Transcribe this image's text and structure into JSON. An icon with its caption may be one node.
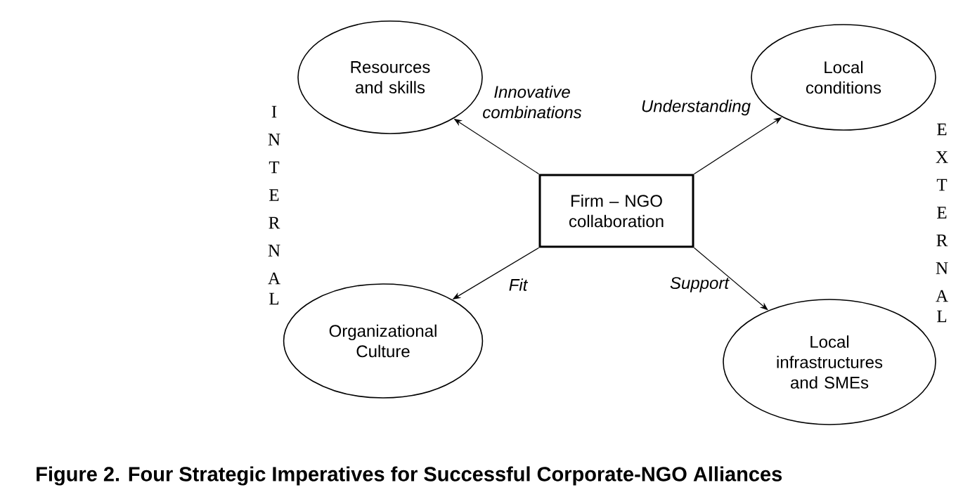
{
  "diagram": {
    "caption": "Figure 2. Four Strategic Imperatives for Successful Corporate-NGO Alliances",
    "nodes": [
      {
        "text": [
          "Resources and skills"
        ]
      },
      {
        "text": [
          "Local conditions"
        ]
      },
      {
        "text": [
          "Firm – NGO collaboration"
        ]
      },
      {
        "text": [
          "Organizational Culture"
        ]
      },
      {
        "text": [
          "Local infrastructures and SMEs"
        ]
      }
    ],
    "edges": [
      {
        "from": 2,
        "to": 0,
        "arrow": "to",
        "label": "Innovative combinations"
      },
      {
        "from": 2,
        "to": 1,
        "arrow": "to",
        "label": "Understanding"
      },
      {
        "from": 2,
        "to": 3,
        "arrow": "to",
        "label": "Fit"
      },
      {
        "from": 2,
        "to": 4,
        "arrow": "to",
        "label": "Support"
      }
    ],
    "labels": [
      "INTERNAL",
      "EXTERNAL"
    ]
  }
}
